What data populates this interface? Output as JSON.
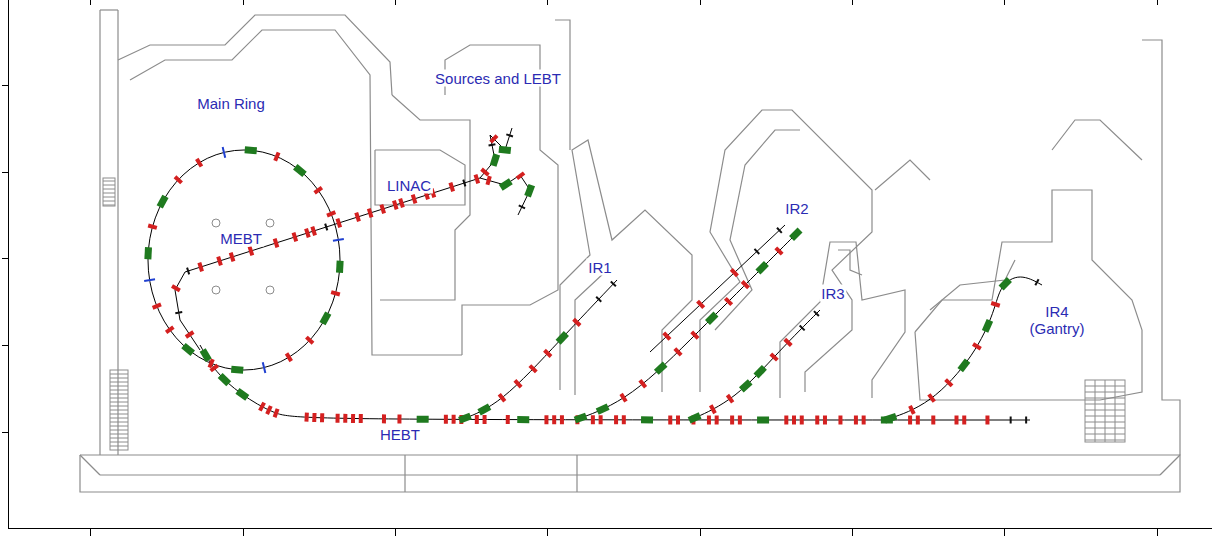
{
  "diagram": {
    "labels": [
      "Main Ring",
      "Sources and LEBT",
      "LINAC",
      "MEBT",
      "IR1",
      "IR2",
      "IR3",
      "IR4 (Gantry)",
      "HEBT"
    ]
  }
}
